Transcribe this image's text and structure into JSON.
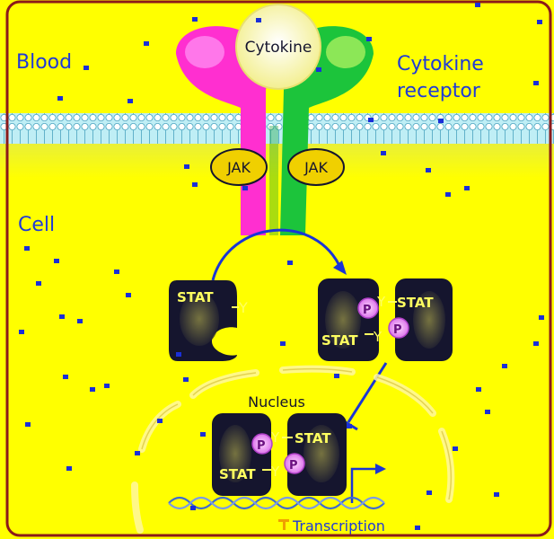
{
  "labels": {
    "blood": "Blood",
    "cell": "Cell",
    "cytokine": "Cytokine",
    "receptor_line1": "Cytokine",
    "receptor_line2": "receptor",
    "jak_left": "JAK",
    "jak_right": "JAK",
    "nucleus": "Nucleus",
    "transcription": "Transcription",
    "stat": "STAT",
    "tyrosine": "Y",
    "phosphate": "P"
  },
  "colors": {
    "background": "#ffff00",
    "frame": "#8b1a1a",
    "receptor_left": "#ff2fd0",
    "receptor_right": "#1cc43b",
    "cytokine": "#fff7b0",
    "jak": "#f0d000",
    "stat_dark": "#15152e",
    "stat_inner": "#5d5a2a",
    "arrow": "#1a35d6",
    "phosphate": "#f4a8ff",
    "membrane": "#7fd6e8",
    "dna": "#3f6ad0",
    "noise_dots": "#1a2fd8"
  },
  "icons": {
    "membrane": "lipid-bilayer-icon",
    "dna": "dna-helix-icon",
    "arrow": "activation-arrow-icon"
  }
}
